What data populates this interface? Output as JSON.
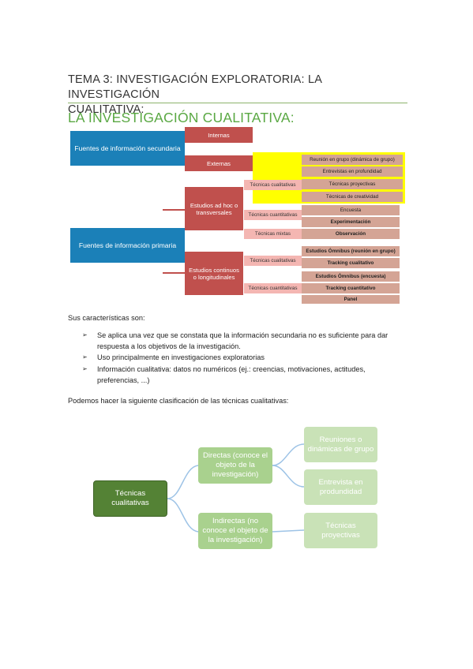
{
  "document": {
    "title_line1": "TEMA 3: INVESTIGACIÓN EXPLORATORIA: LA INVESTIGACIÓN",
    "title_line2": "CUALITATIVA:",
    "heading": "LA INVESTIGACIÓN CUALITATIVA:"
  },
  "sources_diagram": {
    "secondary": "Fuentes de información secundaria",
    "primary": "Fuentes de información primaria",
    "internas": "Internas",
    "externas": "Externas",
    "adhoc": "Estudios ad hoc o transversales",
    "continuos": "Estudios continuos o longitudinales",
    "tec_cualitativas_1": "Técnicas cualitativas",
    "tec_cuantitativas_1": "Técnicas cuantitativas",
    "tec_mixtas": "Técnicas mixtas",
    "tec_cualitativas_2": "Técnicas cualitativas",
    "tec_cuantitativas_2": "Técnicas cuantitativas",
    "reunion_grupo": "Reunión en grupo (dinámica de grupo)",
    "entrevistas": "Entrevistas en profundidad",
    "proyectivas": "Técnicas proyectivas",
    "creatividad": "Técnicas de creatividad",
    "encuesta": "Encuesta",
    "experimentacion": "Experimentación",
    "observacion": "Observación",
    "omnibus_reunion": "Estudios Ómnibus (reunión en grupo)",
    "tracking_cualitativo": "Tracking cualitativo",
    "omnibus_encuesta": "Estudios Ómnibus (encuesta)",
    "tracking_cuantitativo": "Tracking cuantitativo",
    "panel": "Panel"
  },
  "characteristics": {
    "intro": "Sus características son:",
    "bullet_glyph": "➢",
    "items": [
      "Se aplica una vez que se constata que la información secundaria no es suficiente para dar respuesta a los objetivos de la investigación.",
      "Uso principalmente en investigaciones exploratorias",
      "Información cualitativa: datos no numéricos (ej.: creencias, motivaciones, actitudes, preferencias, ...)"
    ]
  },
  "classification": {
    "intro": "Podemos hacer la siguiente clasificación de las técnicas cualitativas:",
    "root": "Técnicas cualitativas",
    "directas": "Directas (conoce el objeto de la investigación)",
    "indirectas": "Indirectas (no conoce el objeto de la investigación)",
    "reuniones": "Reuniones o dinámicas de grupo",
    "entrevista": "Entrevista en produndidad",
    "proyectivas": "Técnicas proyectivas"
  },
  "colors": {
    "blue": "#1b80b8",
    "red": "#c0504d",
    "pink": "#f4b6b2",
    "tan": "#d4a495",
    "yellow": "#ffff00",
    "dark_green": "#548235",
    "mid_green": "#a9d18e",
    "light_green": "#c9e2b7",
    "connector": "#9dc3e6"
  }
}
